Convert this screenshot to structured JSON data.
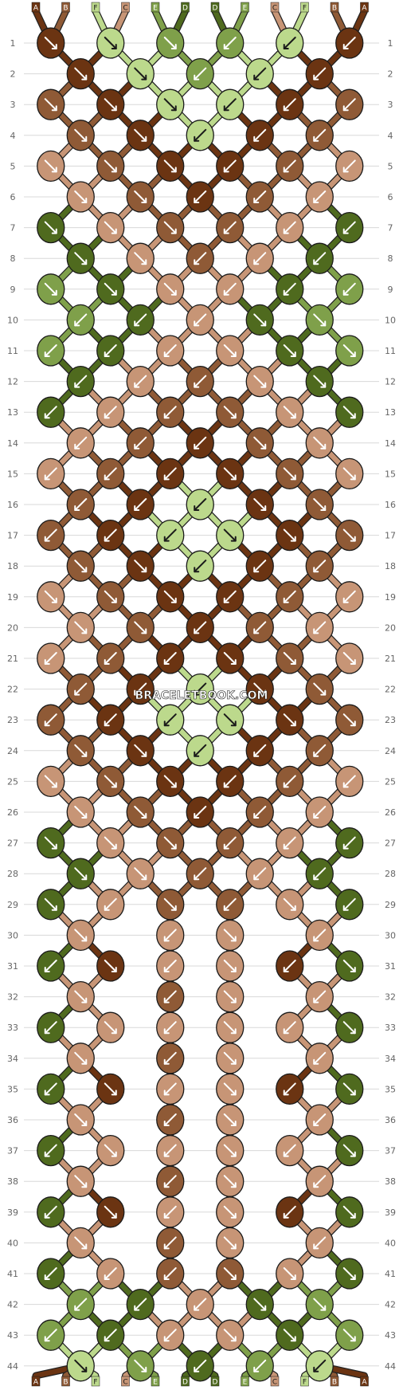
{
  "watermark": "BRACELETBOOK.COM",
  "pattern": {
    "strands": 12,
    "rows": 44,
    "colors": {
      "A": "#6b3412",
      "B": "#8f5a36",
      "C": "#c79576",
      "D": "#4f6a1e",
      "E": "#7fa04a",
      "F": "#bcd98c"
    },
    "top_labels": [
      "A",
      "B",
      "F",
      "C",
      "E",
      "D",
      "D",
      "E",
      "C",
      "F",
      "B",
      "A"
    ],
    "bottom_labels": [
      "A",
      "B",
      "F",
      "C",
      "E",
      "D",
      "D",
      "E",
      "C",
      "F",
      "B",
      "A"
    ],
    "knot_rows": [
      [
        "A",
        "F",
        "E",
        "E",
        "F",
        "A"
      ],
      [
        "A",
        "F",
        "E",
        "F",
        "A"
      ],
      [
        "B",
        "A",
        "F",
        "F",
        "A",
        "B"
      ],
      [
        "B",
        "A",
        "F",
        "A",
        "B"
      ],
      [
        "C",
        "B",
        "A",
        "A",
        "B",
        "C"
      ],
      [
        "C",
        "B",
        "A",
        "B",
        "C"
      ],
      [
        "D",
        "C",
        "B",
        "B",
        "C",
        "D"
      ],
      [
        "D",
        "C",
        "B",
        "C",
        "D"
      ],
      [
        "E",
        "D",
        "C",
        "C",
        "D",
        "E"
      ],
      [
        "E",
        "D",
        "C",
        "D",
        "E"
      ],
      [
        "E",
        "D",
        "C",
        "C",
        "D",
        "E"
      ],
      [
        "D",
        "C",
        "B",
        "C",
        "D"
      ],
      [
        "D",
        "C",
        "B",
        "B",
        "C",
        "D"
      ],
      [
        "C",
        "B",
        "A",
        "B",
        "C"
      ],
      [
        "C",
        "B",
        "A",
        "A",
        "B",
        "C"
      ],
      [
        "B",
        "A",
        "F",
        "A",
        "B"
      ],
      [
        "B",
        "A",
        "F",
        "F",
        "A",
        "B"
      ],
      [
        "B",
        "A",
        "F",
        "A",
        "B"
      ],
      [
        "C",
        "B",
        "A",
        "A",
        "B",
        "C"
      ],
      [
        "C",
        "B",
        "A",
        "B",
        "C"
      ],
      [
        "C",
        "B",
        "A",
        "A",
        "B",
        "C"
      ],
      [
        "B",
        "A",
        "F",
        "A",
        "B"
      ],
      [
        "B",
        "A",
        "F",
        "F",
        "A",
        "B"
      ],
      [
        "B",
        "A",
        "F",
        "A",
        "B"
      ],
      [
        "C",
        "B",
        "A",
        "A",
        "B",
        "C"
      ],
      [
        "C",
        "B",
        "A",
        "B",
        "C"
      ],
      [
        "D",
        "C",
        "B",
        "B",
        "C",
        "D"
      ],
      [
        "D",
        "C",
        "B",
        "C",
        "D"
      ],
      [
        "D",
        "C",
        "B",
        "B",
        "C",
        "D"
      ],
      [
        "C",
        "C",
        "C",
        "C"
      ],
      [
        "D",
        "A",
        "C",
        "C",
        "A",
        "D"
      ],
      [
        "C",
        "B",
        "C",
        "C"
      ],
      [
        "D",
        "C",
        "C",
        "C",
        "C",
        "D"
      ],
      [
        "C",
        "B",
        "C",
        "C"
      ],
      [
        "D",
        "A",
        "C",
        "C",
        "A",
        "D"
      ],
      [
        "C",
        "B",
        "C",
        "C"
      ],
      [
        "D",
        "C",
        "C",
        "C",
        "C",
        "D"
      ],
      [
        "C",
        "B",
        "C",
        "C"
      ],
      [
        "D",
        "A",
        "C",
        "C",
        "A",
        "D"
      ],
      [
        "C",
        "B",
        "C",
        "C"
      ],
      [
        "D",
        "C",
        "B",
        "B",
        "C",
        "D"
      ],
      [
        "E",
        "D",
        "C",
        "D",
        "E"
      ],
      [
        "E",
        "D",
        "C",
        "C",
        "D",
        "E"
      ],
      [
        "F",
        "E",
        "D",
        "E",
        "F"
      ]
    ],
    "knot_dirs": [
      [
        "R",
        "R",
        "R",
        "L",
        "L",
        "L"
      ],
      [
        "R",
        "R",
        "L",
        "L",
        "L"
      ],
      [
        "R",
        "R",
        "R",
        "L",
        "L",
        "L"
      ],
      [
        "R",
        "R",
        "L",
        "L",
        "L"
      ],
      [
        "R",
        "R",
        "R",
        "L",
        "L",
        "L"
      ],
      [
        "R",
        "R",
        "L",
        "L",
        "L"
      ],
      [
        "R",
        "R",
        "R",
        "L",
        "L",
        "L"
      ],
      [
        "R",
        "R",
        "L",
        "L",
        "L"
      ],
      [
        "R",
        "R",
        "R",
        "L",
        "L",
        "L"
      ],
      [
        "L",
        "L",
        "L",
        "R",
        "R"
      ],
      [
        "L",
        "L",
        "L",
        "R",
        "R",
        "R"
      ],
      [
        "L",
        "L",
        "L",
        "R",
        "R"
      ],
      [
        "L",
        "L",
        "L",
        "R",
        "R",
        "R"
      ],
      [
        "L",
        "L",
        "L",
        "R",
        "R"
      ],
      [
        "L",
        "L",
        "L",
        "R",
        "R",
        "R"
      ],
      [
        "L",
        "L",
        "L",
        "R",
        "R"
      ],
      [
        "L",
        "L",
        "L",
        "R",
        "R",
        "R"
      ],
      [
        "R",
        "R",
        "L",
        "L",
        "L"
      ],
      [
        "R",
        "R",
        "R",
        "L",
        "L",
        "L"
      ],
      [
        "R",
        "R",
        "L",
        "L",
        "L"
      ],
      [
        "L",
        "L",
        "L",
        "R",
        "R",
        "R"
      ],
      [
        "L",
        "L",
        "L",
        "R",
        "R"
      ],
      [
        "L",
        "L",
        "L",
        "R",
        "R",
        "R"
      ],
      [
        "R",
        "R",
        "L",
        "L",
        "L"
      ],
      [
        "R",
        "R",
        "R",
        "L",
        "L",
        "L"
      ],
      [
        "R",
        "R",
        "L",
        "L",
        "L"
      ],
      [
        "R",
        "R",
        "R",
        "L",
        "L",
        "L"
      ],
      [
        "R",
        "R",
        "L",
        "L",
        "L"
      ],
      [
        "R",
        "L",
        "R",
        "L",
        "R",
        "L"
      ],
      [
        "R",
        "L",
        "R",
        "L"
      ],
      [
        "L",
        "R",
        "L",
        "R",
        "L",
        "R"
      ],
      [
        "R",
        "L",
        "R",
        "L"
      ],
      [
        "L",
        "R",
        "L",
        "R",
        "L",
        "R"
      ],
      [
        "R",
        "L",
        "R",
        "L"
      ],
      [
        "L",
        "R",
        "L",
        "R",
        "L",
        "R"
      ],
      [
        "R",
        "L",
        "R",
        "L"
      ],
      [
        "L",
        "R",
        "L",
        "R",
        "L",
        "R"
      ],
      [
        "R",
        "L",
        "R",
        "L"
      ],
      [
        "L",
        "R",
        "L",
        "R",
        "L",
        "R"
      ],
      [
        "R",
        "L",
        "R",
        "L"
      ],
      [
        "L",
        "L",
        "L",
        "R",
        "R",
        "R"
      ],
      [
        "L",
        "L",
        "L",
        "R",
        "R"
      ],
      [
        "L",
        "L",
        "L",
        "R",
        "R",
        "R"
      ],
      [
        "R",
        "R",
        "L",
        "L",
        "L"
      ]
    ]
  }
}
